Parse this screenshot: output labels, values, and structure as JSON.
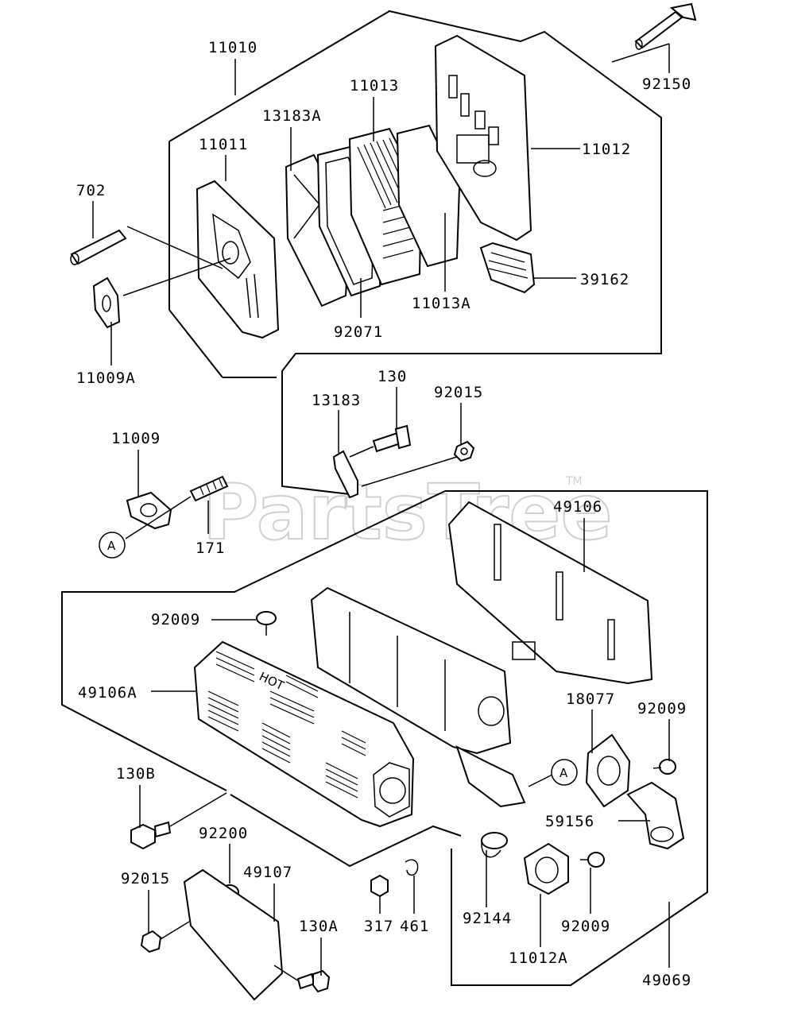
{
  "watermark": {
    "text": "PartsTree",
    "trademark": "TM"
  },
  "reference_marker": "A",
  "embossed_text": "HOT",
  "labels": {
    "p11010": "11010",
    "p92150": "92150",
    "p11013": "11013",
    "p13183A": "13183A",
    "p11011": "11011",
    "p11012": "11012",
    "p702": "702",
    "p39162": "39162",
    "p11013A": "11013A",
    "p92071": "92071",
    "p11009A": "11009A",
    "p130": "130",
    "p92015_top": "92015",
    "p13183": "13183",
    "p11009": "11009",
    "p171": "171",
    "p49106": "49106",
    "p92009_top": "92009",
    "p49106A": "49106A",
    "p18077": "18077",
    "p92009_right": "92009",
    "p130B": "130B",
    "p59156": "59156",
    "p92200": "92200",
    "p92015_bottom": "92015",
    "p49107": "49107",
    "p130A": "130A",
    "p317": "317",
    "p461": "461",
    "p92144": "92144",
    "p92009_bottom": "92009",
    "p11012A": "11012A",
    "p49069": "49069"
  }
}
